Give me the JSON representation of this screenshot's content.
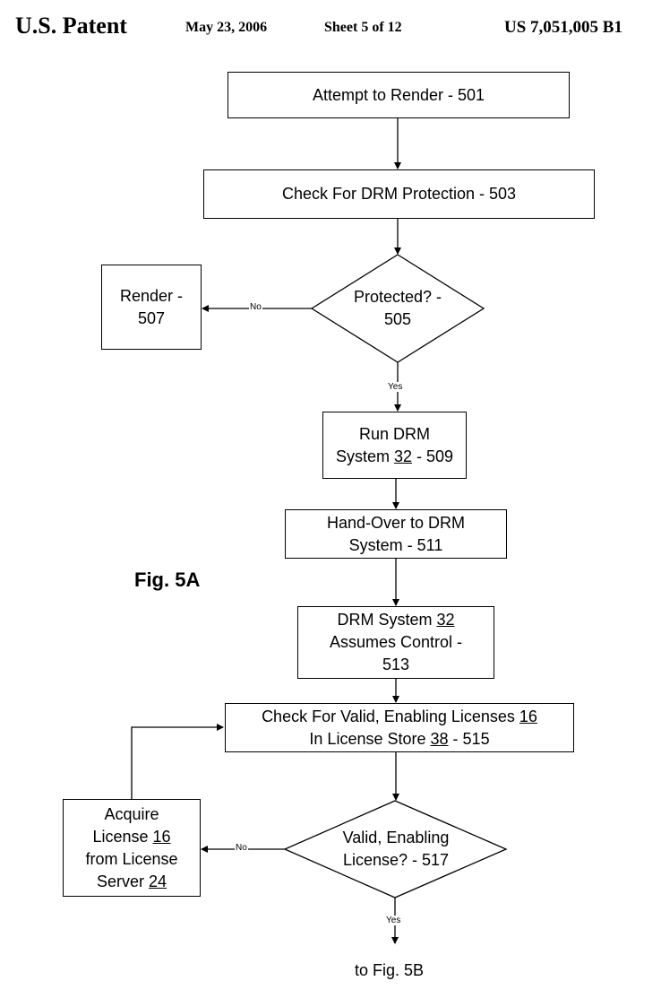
{
  "header": {
    "left": "U.S. Patent",
    "date": "May 23, 2006",
    "sheet": "Sheet 5 of 12",
    "patent_number": "US 7,051,005 B1"
  },
  "figure_label": "Fig. 5A",
  "continuation": "to Fig. 5B",
  "nodes": {
    "n501": {
      "text": "Attempt to Render - 501"
    },
    "n503": {
      "text": "Check For DRM Protection - 503"
    },
    "n505": {
      "line1": "Protected? -",
      "line2": "505"
    },
    "n507": {
      "line1": "Render -",
      "line2": "507"
    },
    "n509": {
      "line1": "Run DRM",
      "line2a": "System ",
      "ref": "32",
      "line2b": " - 509"
    },
    "n511": {
      "line1": "Hand-Over to DRM",
      "line2": "System - 511"
    },
    "n513": {
      "line1a": "DRM System ",
      "ref": "32",
      "line2": "Assumes Control -",
      "line3": "513"
    },
    "n515": {
      "line1a": "Check For Valid, Enabling Licenses ",
      "ref1": "16",
      "line2a": "In License Store ",
      "ref2": "38",
      "line2b": " - 515"
    },
    "n517": {
      "line1": "Valid, Enabling",
      "line2": "License? - 517"
    },
    "n519": {
      "line1": "Acquire",
      "line2a": "License ",
      "ref1": "16",
      "line3": "from License",
      "line4a": "Server ",
      "ref2": "24"
    }
  },
  "edge_labels": {
    "n505_no": "No",
    "n505_yes": "Yes",
    "n517_no": "No",
    "n517_yes": "Yes"
  }
}
